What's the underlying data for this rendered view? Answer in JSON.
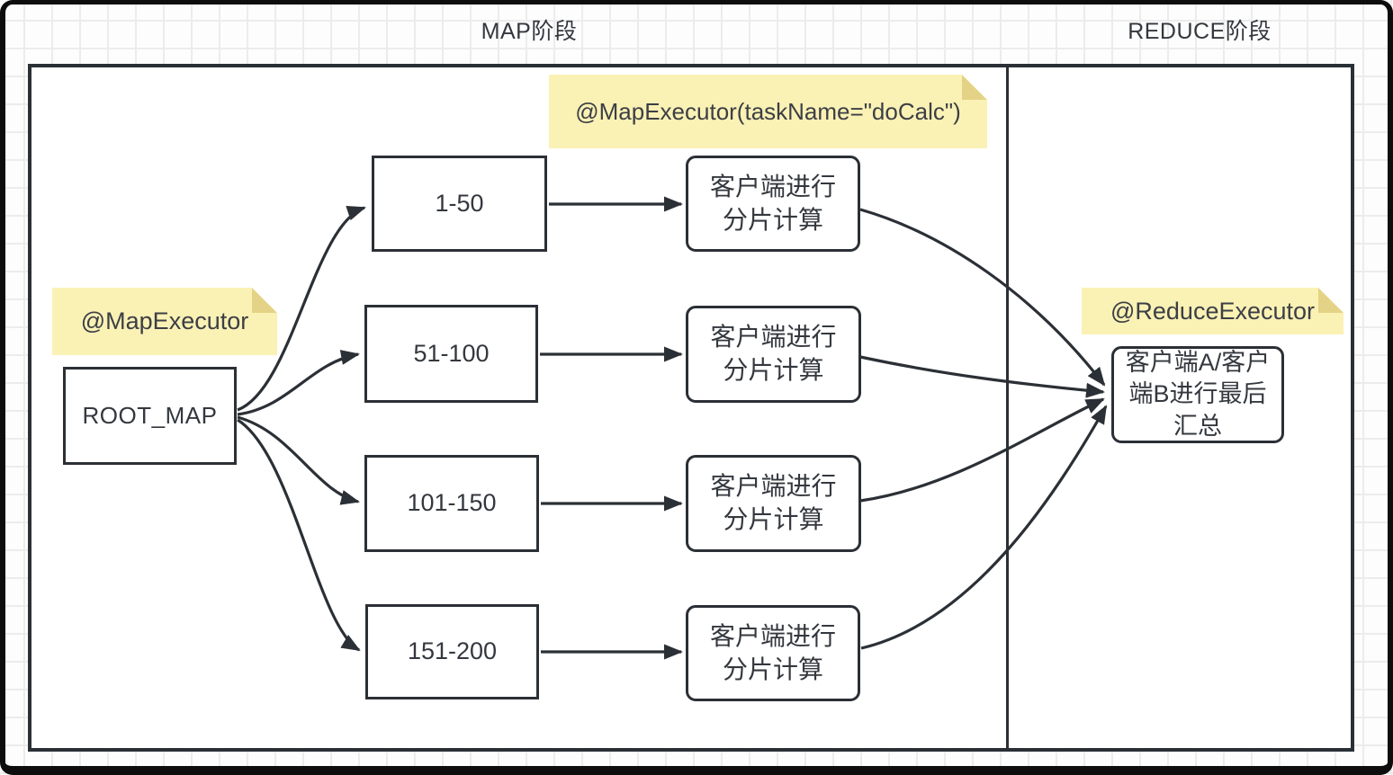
{
  "titles": {
    "map_stage": "MAP阶段",
    "reduce_stage": "REDUCE阶段"
  },
  "notes": {
    "map_executor": "@MapExecutor",
    "map_executor_task": "@MapExecutor(taskName=\"doCalc\")",
    "reduce_executor": "@ReduceExecutor"
  },
  "nodes": {
    "root": "ROOT_MAP",
    "ranges": [
      "1-50",
      "51-100",
      "101-150",
      "151-200"
    ],
    "calc_label": "客户端进行分片计算",
    "reduce_label": "客户端A/客户端B进行最后汇总"
  },
  "colors": {
    "ink": "#2b3036",
    "text": "#34383e",
    "note-bg": "#faf1b5",
    "note-fold": "#e4d286",
    "grid-line": "#ececec",
    "canvas-bg": "#ffffff",
    "frame": "#0d0d0e"
  }
}
